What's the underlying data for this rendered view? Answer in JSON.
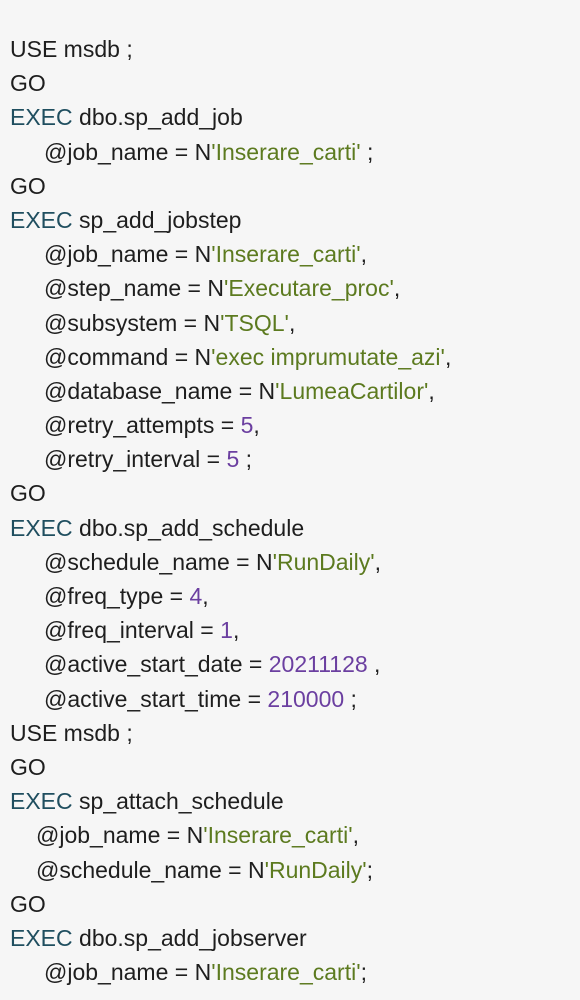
{
  "code": {
    "lines": [
      {
        "indent": 10,
        "segments": [
          {
            "text": "USE msdb ;",
            "kind": "plain"
          }
        ]
      },
      {
        "indent": 10,
        "segments": [
          {
            "text": "GO",
            "kind": "plain"
          }
        ]
      },
      {
        "indent": 10,
        "segments": [
          {
            "text": "EXEC",
            "kind": "keyword"
          },
          {
            "text": " dbo.sp_add_job",
            "kind": "plain"
          }
        ]
      },
      {
        "indent": 44,
        "segments": [
          {
            "text": "@job_name = N",
            "kind": "plain"
          },
          {
            "text": "'Inserare_carti'",
            "kind": "string"
          },
          {
            "text": " ;",
            "kind": "plain"
          }
        ]
      },
      {
        "indent": 10,
        "segments": [
          {
            "text": "GO",
            "kind": "plain"
          }
        ]
      },
      {
        "indent": 10,
        "segments": [
          {
            "text": "EXEC",
            "kind": "keyword"
          },
          {
            "text": " sp_add_jobstep",
            "kind": "plain"
          }
        ]
      },
      {
        "indent": 44,
        "segments": [
          {
            "text": "@job_name = N",
            "kind": "plain"
          },
          {
            "text": "'Inserare_carti'",
            "kind": "string"
          },
          {
            "text": ",",
            "kind": "plain"
          }
        ]
      },
      {
        "indent": 44,
        "segments": [
          {
            "text": "@step_name = N",
            "kind": "plain"
          },
          {
            "text": "'Executare_proc'",
            "kind": "string"
          },
          {
            "text": ",",
            "kind": "plain"
          }
        ]
      },
      {
        "indent": 44,
        "segments": [
          {
            "text": "@subsystem = N",
            "kind": "plain"
          },
          {
            "text": "'TSQL'",
            "kind": "string"
          },
          {
            "text": ",",
            "kind": "plain"
          }
        ]
      },
      {
        "indent": 44,
        "segments": [
          {
            "text": "@command = N",
            "kind": "plain"
          },
          {
            "text": "'exec imprumutate_azi'",
            "kind": "string"
          },
          {
            "text": ",",
            "kind": "plain"
          }
        ]
      },
      {
        "indent": 44,
        "segments": [
          {
            "text": "@database_name = N",
            "kind": "plain"
          },
          {
            "text": "'LumeaCartilor'",
            "kind": "string"
          },
          {
            "text": ",",
            "kind": "plain"
          }
        ]
      },
      {
        "indent": 44,
        "segments": [
          {
            "text": "@retry_attempts = ",
            "kind": "plain"
          },
          {
            "text": "5",
            "kind": "number"
          },
          {
            "text": ",",
            "kind": "plain"
          }
        ]
      },
      {
        "indent": 44,
        "segments": [
          {
            "text": "@retry_interval = ",
            "kind": "plain"
          },
          {
            "text": "5",
            "kind": "number"
          },
          {
            "text": " ;",
            "kind": "plain"
          }
        ]
      },
      {
        "indent": 10,
        "segments": [
          {
            "text": "GO",
            "kind": "plain"
          }
        ]
      },
      {
        "indent": 10,
        "segments": [
          {
            "text": "EXEC",
            "kind": "keyword"
          },
          {
            "text": " dbo.sp_add_schedule",
            "kind": "plain"
          }
        ]
      },
      {
        "indent": 44,
        "segments": [
          {
            "text": "@schedule_name = N",
            "kind": "plain"
          },
          {
            "text": "'RunDaily'",
            "kind": "string"
          },
          {
            "text": ",",
            "kind": "plain"
          }
        ]
      },
      {
        "indent": 44,
        "segments": [
          {
            "text": "@freq_type = ",
            "kind": "plain"
          },
          {
            "text": "4",
            "kind": "number"
          },
          {
            "text": ",",
            "kind": "plain"
          }
        ]
      },
      {
        "indent": 44,
        "segments": [
          {
            "text": "@freq_interval = ",
            "kind": "plain"
          },
          {
            "text": "1",
            "kind": "number"
          },
          {
            "text": ",",
            "kind": "plain"
          }
        ]
      },
      {
        "indent": 44,
        "segments": [
          {
            "text": "@active_start_date = ",
            "kind": "plain"
          },
          {
            "text": "20211128",
            "kind": "number"
          },
          {
            "text": " ,",
            "kind": "plain"
          }
        ]
      },
      {
        "indent": 44,
        "segments": [
          {
            "text": "@active_start_time = ",
            "kind": "plain"
          },
          {
            "text": "210000",
            "kind": "number"
          },
          {
            "text": " ;",
            "kind": "plain"
          }
        ]
      },
      {
        "indent": 10,
        "segments": [
          {
            "text": "USE msdb ;",
            "kind": "plain"
          }
        ]
      },
      {
        "indent": 10,
        "segments": [
          {
            "text": "GO",
            "kind": "plain"
          }
        ]
      },
      {
        "indent": 10,
        "segments": [
          {
            "text": "EXEC",
            "kind": "keyword"
          },
          {
            "text": " sp_attach_schedule",
            "kind": "plain"
          }
        ]
      },
      {
        "indent": 36,
        "segments": [
          {
            "text": "@job_name = N",
            "kind": "plain"
          },
          {
            "text": "'Inserare_carti'",
            "kind": "string"
          },
          {
            "text": ",",
            "kind": "plain"
          }
        ]
      },
      {
        "indent": 36,
        "segments": [
          {
            "text": "@schedule_name = N",
            "kind": "plain"
          },
          {
            "text": "'RunDaily'",
            "kind": "string"
          },
          {
            "text": ";",
            "kind": "plain"
          }
        ]
      },
      {
        "indent": 10,
        "segments": [
          {
            "text": "GO",
            "kind": "plain"
          }
        ]
      },
      {
        "indent": 10,
        "segments": [
          {
            "text": "EXEC",
            "kind": "keyword"
          },
          {
            "text": " dbo.sp_add_jobserver",
            "kind": "plain"
          }
        ]
      },
      {
        "indent": 44,
        "segments": [
          {
            "text": "@job_name = N",
            "kind": "plain"
          },
          {
            "text": "'Inserare_carti'",
            "kind": "string"
          },
          {
            "text": ";",
            "kind": "plain"
          }
        ]
      }
    ]
  },
  "colors": {
    "background": "#f6f6f6",
    "plain": "#1e1e1e",
    "keyword": "#1f4e5f",
    "string": "#5c7a1f",
    "number": "#6b3fa0"
  }
}
